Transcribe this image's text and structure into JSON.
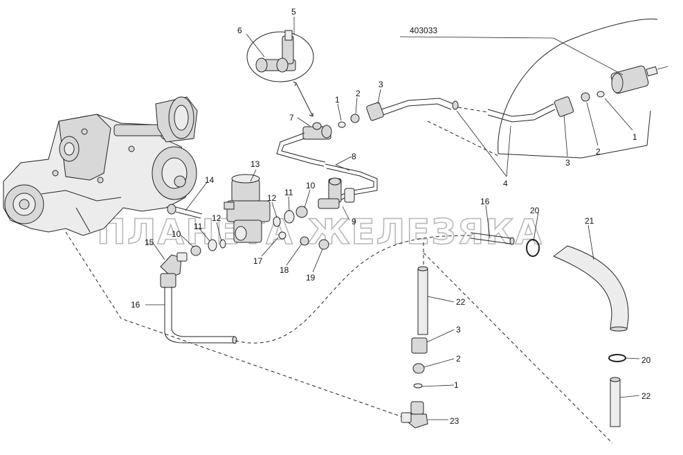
{
  "watermark": "ПЛАНЕТА ЖЕЛЕЗЯКА",
  "part_number": "403033",
  "labels": {
    "l5": "5",
    "l6": "6",
    "l1a": "1",
    "l2a": "2",
    "l3a": "3",
    "l7": "7",
    "l8": "8",
    "l1b": "1",
    "l2b": "2",
    "l3b": "3",
    "l4": "4",
    "l13": "13",
    "l14": "14",
    "l10a": "10",
    "l11a": "11",
    "l12a": "12",
    "l12b": "12",
    "l11b": "11",
    "l9": "9",
    "l10b": "10",
    "l15": "15",
    "l17": "17",
    "l18": "18",
    "l19": "19",
    "l16a": "16",
    "l20a": "20",
    "l21": "21",
    "l16b": "16",
    "l22a": "22",
    "l3c": "3",
    "l2c": "2",
    "l1c": "1",
    "l20b": "20",
    "l22b": "22",
    "l23": "23"
  }
}
